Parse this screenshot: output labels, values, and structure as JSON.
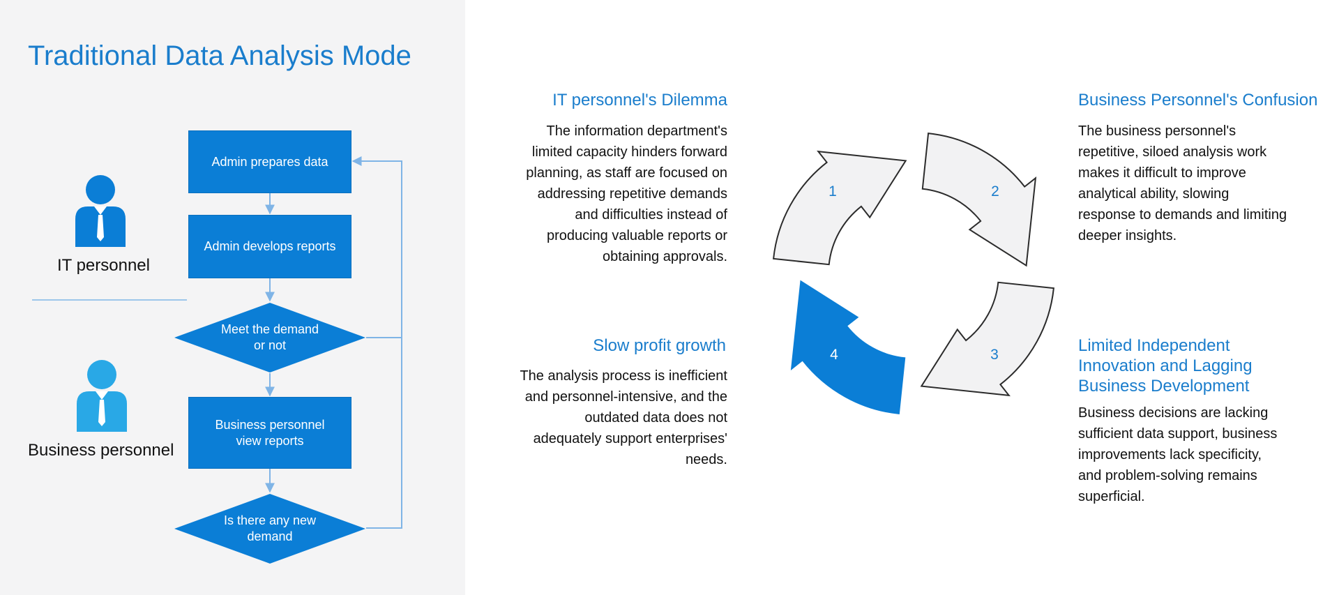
{
  "left": {
    "title": "Traditional Data Analysis Mode",
    "roles": [
      {
        "label": "IT personnel",
        "icon": "person-icon"
      },
      {
        "label": "Business personnel",
        "icon": "person-icon"
      }
    ],
    "flow": {
      "steps": [
        {
          "label": "Admin prepares data",
          "shape": "rect"
        },
        {
          "label": "Admin develops reports",
          "shape": "rect"
        },
        {
          "label": "Meet the demand or not",
          "shape": "diamond"
        },
        {
          "label": "Business personnel view reports",
          "shape": "rect"
        },
        {
          "label": "Is there any new demand",
          "shape": "diamond"
        }
      ]
    }
  },
  "right": {
    "sections": [
      {
        "title": "IT personnel's Dilemma",
        "text": "The information department's\nlimited capacity hinders forward\nplanning, as staff are focused on\naddressing repetitive demands\nand difficulties instead of\nproducing valuable reports or\nobtaining approvals."
      },
      {
        "title": "Business Personnel's Confusion",
        "text": "The business personnel's\nrepetitive, siloed analysis work\nmakes it difficult to improve\nanalytical ability, slowing\nresponse to demands and limiting\ndeeper insights."
      },
      {
        "title": "Slow profit growth",
        "text": "The analysis process is inefficient\nand personnel-intensive, and the\noutdated data does not\nadequately support enterprises'\nneeds."
      },
      {
        "title": "Limited Independent\nInnovation  and Lagging\nBusiness Development",
        "text": "Business decisions are lacking\nsufficient data support, business\nimprovements lack specificity,\nand problem-solving remains\nsuperficial."
      }
    ],
    "cycle": {
      "numbers": [
        "1",
        "2",
        "3",
        "4"
      ],
      "highlighted": "4"
    }
  },
  "colors": {
    "accent": "#1a7dcc",
    "flow_fill": "#0b7ed6",
    "connector": "#7fb4e6",
    "arrow_light": "#f2f2f3",
    "arrow_outline": "#2b2b2b",
    "panel_bg": "#f4f4f5"
  }
}
